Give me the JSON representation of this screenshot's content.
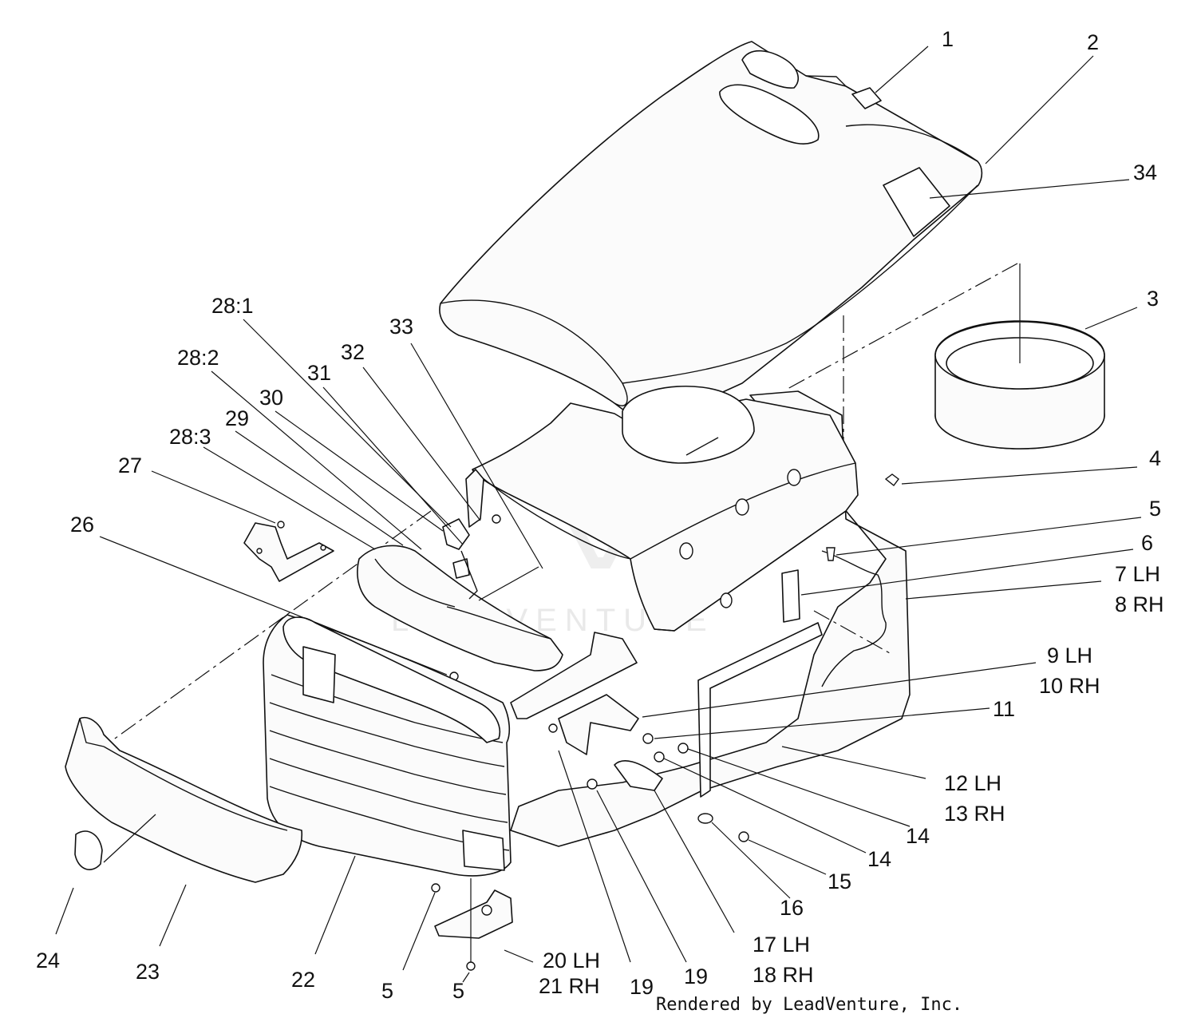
{
  "callouts": [
    {
      "id": "c1",
      "text": "1"
    },
    {
      "id": "c2",
      "text": "2"
    },
    {
      "id": "c34",
      "text": "34"
    },
    {
      "id": "c3",
      "text": "3"
    },
    {
      "id": "c4",
      "text": "4"
    },
    {
      "id": "c5a",
      "text": "5"
    },
    {
      "id": "c6",
      "text": "6"
    },
    {
      "id": "c7",
      "text": "7 LH"
    },
    {
      "id": "c8",
      "text": "8 RH"
    },
    {
      "id": "c9",
      "text": "9 LH"
    },
    {
      "id": "c10",
      "text": "10 RH"
    },
    {
      "id": "c11",
      "text": "11"
    },
    {
      "id": "c12",
      "text": "12 LH"
    },
    {
      "id": "c13",
      "text": "13 RH"
    },
    {
      "id": "c14a",
      "text": "14"
    },
    {
      "id": "c14b",
      "text": "14"
    },
    {
      "id": "c15",
      "text": "15"
    },
    {
      "id": "c16",
      "text": "16"
    },
    {
      "id": "c17",
      "text": "17 LH"
    },
    {
      "id": "c18",
      "text": "18 RH"
    },
    {
      "id": "c19a",
      "text": "19"
    },
    {
      "id": "c19b",
      "text": "19"
    },
    {
      "id": "c20",
      "text": "20 LH"
    },
    {
      "id": "c21",
      "text": "21 RH"
    },
    {
      "id": "c5b",
      "text": "5"
    },
    {
      "id": "c5c",
      "text": "5"
    },
    {
      "id": "c22",
      "text": "22"
    },
    {
      "id": "c23",
      "text": "23"
    },
    {
      "id": "c24",
      "text": "24"
    },
    {
      "id": "c26",
      "text": "26"
    },
    {
      "id": "c27",
      "text": "27"
    },
    {
      "id": "c28_3",
      "text": "28:3"
    },
    {
      "id": "c29",
      "text": "29"
    },
    {
      "id": "c28_2",
      "text": "28:2"
    },
    {
      "id": "c30",
      "text": "30"
    },
    {
      "id": "c28_1",
      "text": "28:1"
    },
    {
      "id": "c31",
      "text": "31"
    },
    {
      "id": "c32",
      "text": "32"
    },
    {
      "id": "c33",
      "text": "33"
    }
  ],
  "watermark": {
    "text": "LEADVENTURE"
  },
  "credit": {
    "text": "Rendered by LeadVenture, Inc."
  }
}
